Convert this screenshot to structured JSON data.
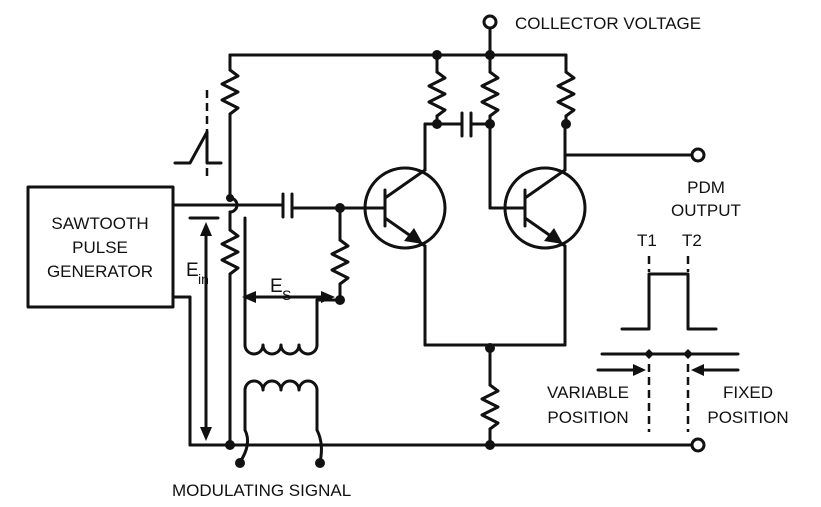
{
  "labels": {
    "collector_voltage": "COLLECTOR VOLTAGE",
    "generator_line1": "SAWTOOTH",
    "generator_line2": "PULSE",
    "generator_line3": "GENERATOR",
    "e_in_main": "E",
    "e_in_sub": "in",
    "e_s_main": "E",
    "e_s_sub": "S",
    "pdm_line1": "PDM",
    "pdm_line2": "OUTPUT",
    "t1": "T1",
    "t2": "T2",
    "variable_line1": "VARIABLE",
    "variable_line2": "POSITION",
    "fixed_line1": "FIXED",
    "fixed_line2": "POSITION",
    "modulating": "MODULATING SIGNAL"
  },
  "colors": {
    "ink": "#111111",
    "background": "#ffffff"
  }
}
